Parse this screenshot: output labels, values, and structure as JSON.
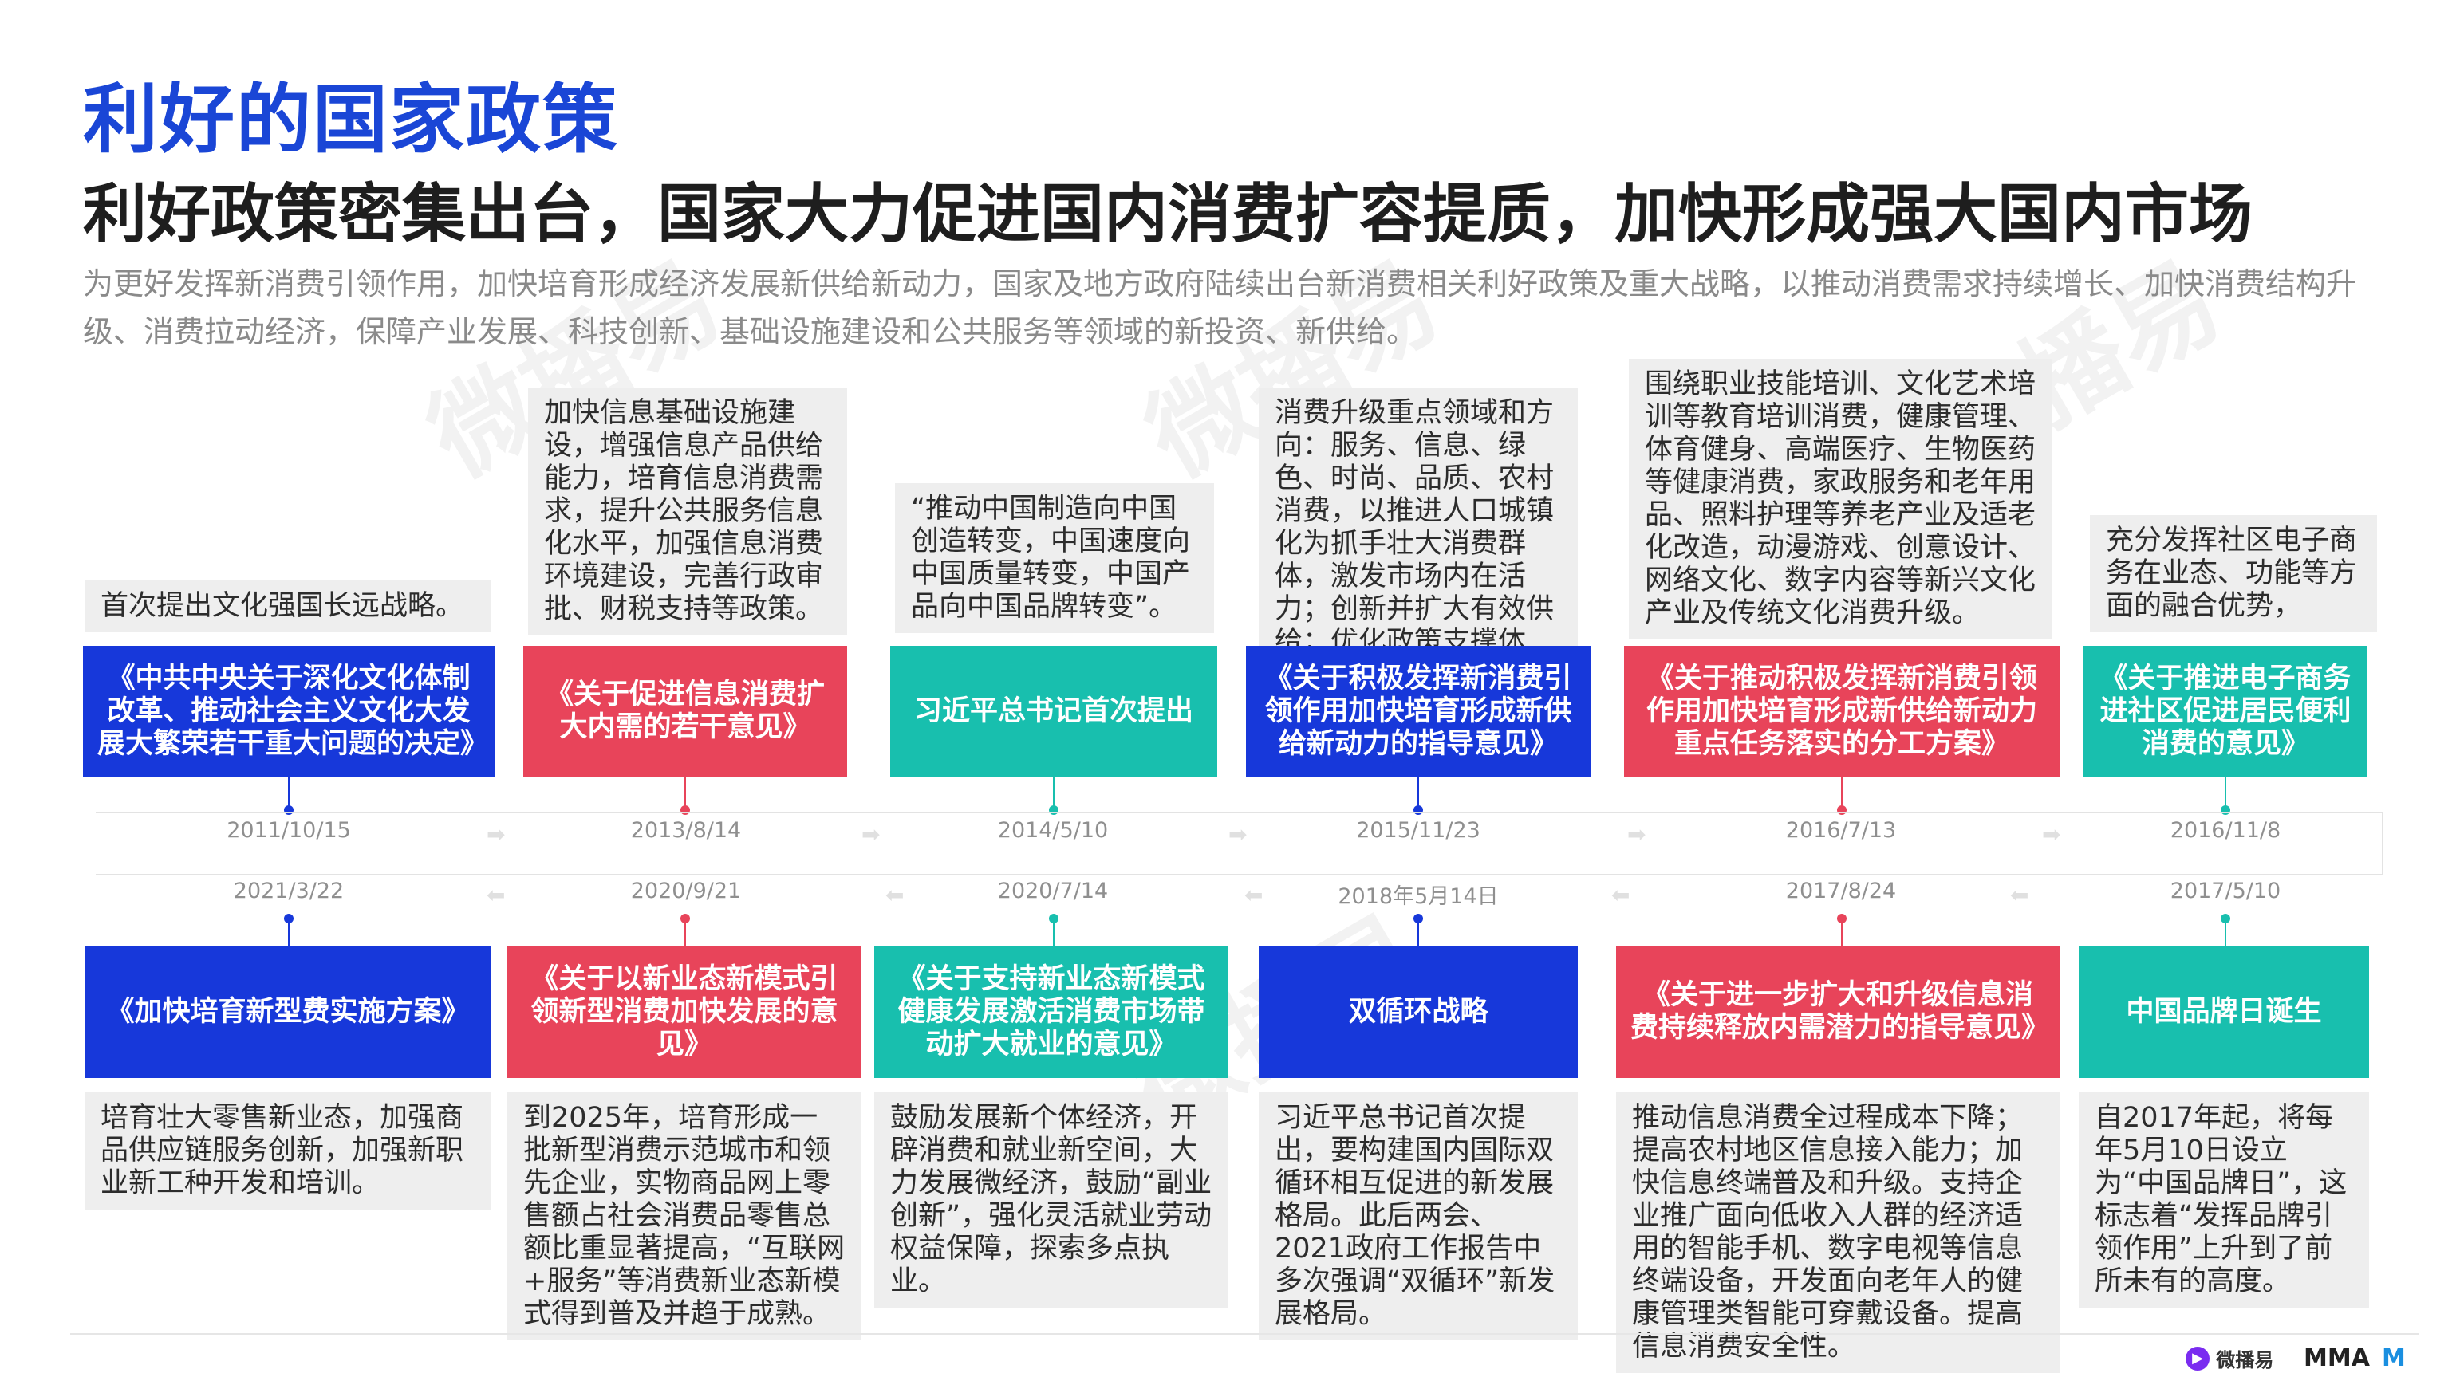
{
  "title": "利好的国家政策",
  "subtitle": "利好政策密集出台，国家大力促进国内消费扩容提质，加快形成强大国内市场",
  "description": "为更好发挥新消费引领作用，加快培育形成经济发展新供给新动力，国家及地方政府陆续出台新消费相关利好政策及重大战略，以推动消费需求持续增长、加快消费结构升级、消费拉动经济，保障产业发展、科技创新、基础设施建设和公共服务等领域的新投资、新供给。",
  "top_items": [
    {
      "date": "2011/10/15",
      "policy": "《中共中央关于深化文化体制改革、推动社会主义文化大发展大繁荣若干重大问题的决定》",
      "note": "首次提出文化强国长远战略。"
    },
    {
      "date": "2013/8/14",
      "policy": "《关于促进信息消费扩大内需的若干意见》",
      "note": "加快信息基础设施建设，增强信息产品供给能力，培育信息消费需求，提升公共服务信息化水平，加强信息消费环境建设，完善行政审批、财税支持等政策。"
    },
    {
      "date": "2014/5/10",
      "policy": "习近平总书记首次提出",
      "note": "“推动中国制造向中国创造转变，中国速度向中国质量转变，中国产品向中国品牌转变”。"
    },
    {
      "date": "2015/11/23",
      "policy": "《关于积极发挥新消费引领作用加快培育形成新供给新动力的指导意见》",
      "note": "消费升级重点领域和方向：服务、信息、绿色、时尚、品质、农村消费，以推进人口城镇化为抓手壮大消费群体，激发市场内在活力；创新并扩大有效供给；优化政策支撑体系。"
    },
    {
      "date": "2016/7/13",
      "policy": "《关于推动积极发挥新消费引领作用加快培育形成新供给新动力重点任务落实的分工方案》",
      "note": "围绕职业技能培训、文化艺术培训等教育培训消费，健康管理、体育健身、高端医疗、生物医药等健康消费，家政服务和老年用品、照料护理等养老产业及适老化改造，动漫游戏、创意设计、网络文化、数字内容等新兴文化产业及传统文化消费升级。"
    },
    {
      "date": "2016/11/8",
      "policy": "《关于推进电子商务进社区促进居民便利消费的意见》",
      "note": "充分发挥社区电子商务在业态、功能等方面的融合优势，"
    }
  ],
  "bottom_items": [
    {
      "date": "2021/3/22",
      "policy": "《加快培育新型费实施方案》",
      "note": "培育壮大零售新业态，加强商品供应链服务创新，加强新职业新工种开发和培训。"
    },
    {
      "date": "2020/9/21",
      "policy": "《关于以新业态新模式引领新型消费加快发展的意见》",
      "note": "到2025年，培育形成一批新型消费示范城市和领先企业，实物商品网上零售额占社会消费品零售总额比重显著提高，“互联网+服务”等消费新业态新模式得到普及并趋于成熟。"
    },
    {
      "date": "2020/7/14",
      "policy": "《关于支持新业态新模式健康发展激活消费市场带动扩大就业的意见》",
      "note": "鼓励发展新个体经济，开辟消费和就业新空间，大力发展微经济，鼓励“副业创新”，强化灵活就业劳动权益保障，探索多点执业。"
    },
    {
      "date": "2018年5月14日",
      "policy": "双循环战略",
      "note": "习近平总书记首次提出，要构建国内国际双循环相互促进的新发展格局。此后两会、2021政府工作报告中多次强调“双循环”新发展格局。"
    },
    {
      "date": "2017/8/24",
      "policy": "《关于进一步扩大和升级信息消费持续释放内需潜力的指导意见》",
      "note": "推动信息消费全过程成本下降；提高农村地区信息接入能力；加快信息终端普及和升级。支持企业推广面向低收入人群的经济适用的智能手机、数字电视等信息终端设备，开发面向老年人的健康管理类智能可穿戴设备。提高信息消费安全性。"
    },
    {
      "date": "2017/5/10",
      "policy": "中国品牌日诞生",
      "note": "自2017年起，将每年5月10日设立为“中国品牌日”，这标志着“发挥品牌引领作用”上升到了前所未有的高度。"
    }
  ],
  "watermark": "微播易",
  "footer": {
    "logo_weibo": "微播易",
    "logo_mma": "MMA",
    "logo_m": "M"
  },
  "colors": {
    "blue": "#1738da",
    "red": "#e8445a",
    "teal": "#18bfae",
    "title": "#1a46d6"
  }
}
